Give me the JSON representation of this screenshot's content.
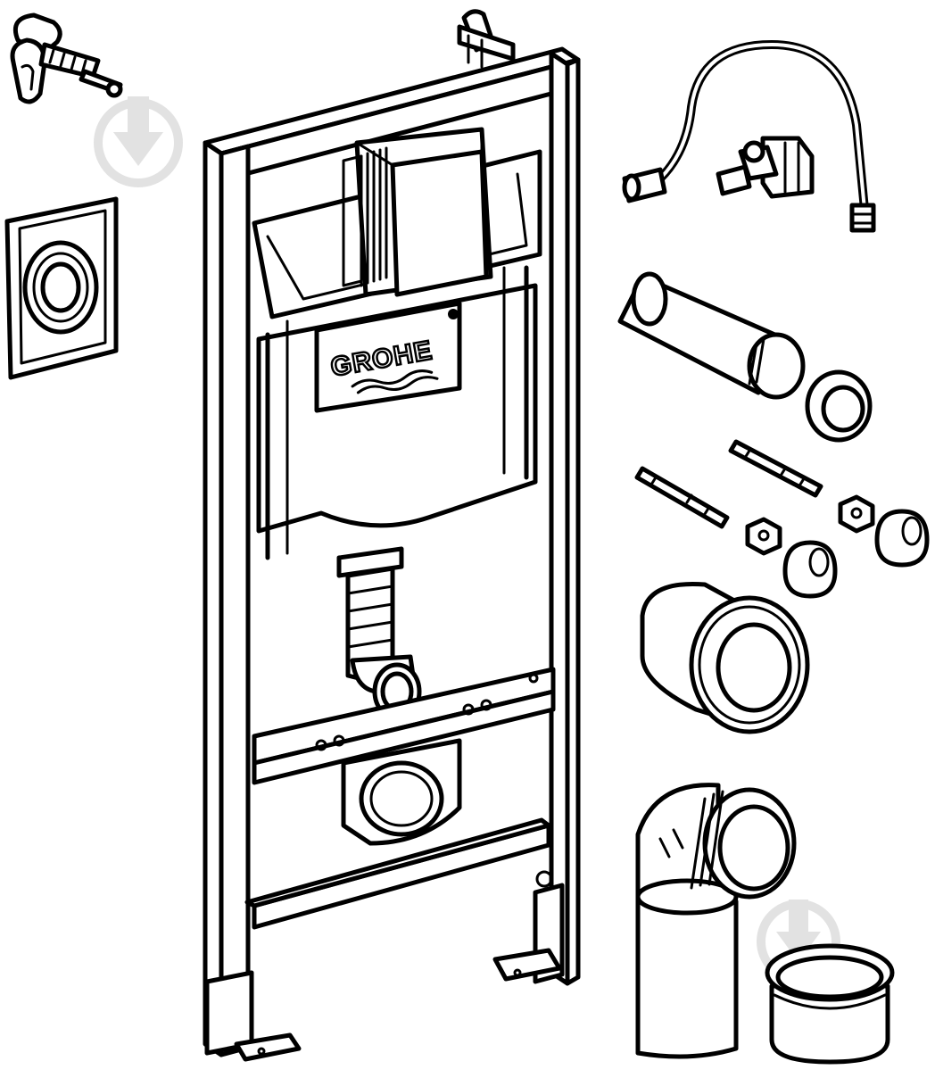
{
  "brand": {
    "logo_text": "GROHE"
  },
  "components": [
    "installation-frame",
    "cistern",
    "flush-pipe",
    "wall-anchor-bracket",
    "protective-cover-plate",
    "water-supply-hose",
    "angle-stop-valve",
    "connection-pipe",
    "pipe-seal-ring",
    "threaded-rod",
    "hex-nut",
    "cap-nut",
    "drain-connector",
    "drain-elbow",
    "reducer-sleeve"
  ],
  "colors": {
    "ink": "#000000",
    "paper": "#ffffff",
    "watermark": "#e2e2e2"
  }
}
